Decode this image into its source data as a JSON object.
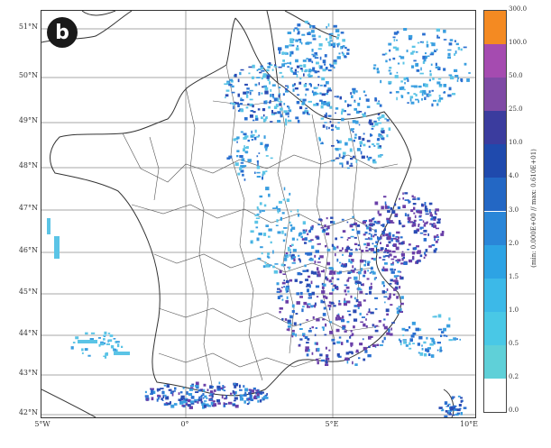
{
  "panel_label": "b",
  "latitude_labels": [
    "51°N",
    "50°N",
    "49°N",
    "48°N",
    "47°N",
    "46°N",
    "45°N",
    "44°N",
    "43°N",
    "42°N"
  ],
  "longitude_labels": [
    "5°W",
    "0°",
    "5°E",
    "10°E"
  ],
  "colorbar": {
    "ticks": [
      "0.0",
      "0.2",
      "0.5",
      "1.0",
      "1.5",
      "2.0",
      "3.0",
      "4.0",
      "10.0",
      "25.0",
      "50.0",
      "100.0",
      "300.0"
    ],
    "colors": [
      "#ffffff",
      "#5fd0d8",
      "#49c8e6",
      "#3cb9e8",
      "#2da3e4",
      "#2a86d8",
      "#2367c4",
      "#1f4aad",
      "#3b3c9e",
      "#7f4aa5",
      "#a54bb0",
      "#f48a22",
      "#e9392b"
    ],
    "caption": "(min: 0.000E+00 // max: 0.610E+01)"
  },
  "rain_colors": [
    "#5bc4e6",
    "#3a9ee0",
    "#2a6fd0",
    "#2a4cb4",
    "#6a3fa8"
  ]
}
